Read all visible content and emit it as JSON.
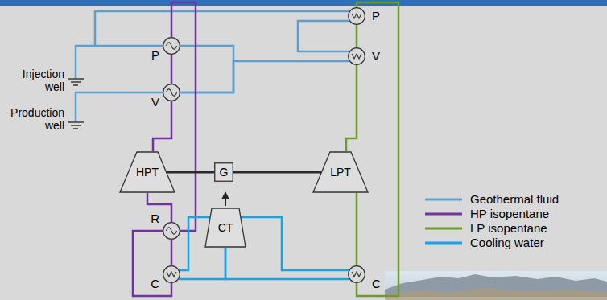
{
  "diagram": {
    "nodes": [
      {
        "text": [
          "P"
        ]
      },
      {
        "text": [
          "P"
        ]
      },
      {
        "text": [
          "V"
        ]
      },
      {
        "text": [
          "V"
        ]
      },
      {
        "text": [
          "HPT"
        ]
      },
      {
        "text": [
          "G"
        ]
      },
      {
        "text": [
          "LPT"
        ]
      },
      {
        "text": [
          "R"
        ]
      },
      {
        "text": [
          "CT"
        ]
      },
      {
        "text": [
          "C"
        ]
      },
      {
        "text": [
          "C"
        ]
      }
    ],
    "edges": [
      {
        "from": 2,
        "to": 0,
        "arrow": "none"
      },
      {
        "from": 2,
        "to": 3,
        "arrow": "none"
      },
      {
        "from": 3,
        "to": 1,
        "arrow": "none"
      },
      {
        "from": 0,
        "to": 2,
        "arrow": "none"
      },
      {
        "from": 2,
        "to": 4,
        "arrow": "none"
      },
      {
        "from": 4,
        "to": 7,
        "arrow": "none"
      },
      {
        "from": 7,
        "to": 9,
        "arrow": "none"
      },
      {
        "from": 9,
        "to": 7,
        "arrow": "none"
      },
      {
        "from": 7,
        "to": 0,
        "arrow": "none"
      },
      {
        "from": 1,
        "to": 3,
        "arrow": "none"
      },
      {
        "from": 3,
        "to": 6,
        "arrow": "none"
      },
      {
        "from": 6,
        "to": 10,
        "arrow": "none"
      },
      {
        "from": 10,
        "to": 1,
        "arrow": "none"
      },
      {
        "from": 8,
        "to": 9,
        "arrow": "none"
      },
      {
        "from": 8,
        "to": 10,
        "arrow": "none"
      },
      {
        "from": 9,
        "to": 8,
        "arrow": "none"
      },
      {
        "from": 10,
        "to": 8,
        "arrow": "none"
      },
      {
        "from": 4,
        "to": 5,
        "arrow": "none"
      },
      {
        "from": 5,
        "to": 6,
        "arrow": "none"
      }
    ],
    "labels": [
      "Injection well",
      "Production well"
    ],
    "legend": [
      {
        "text": "Geothermal fluid"
      },
      {
        "text": "HP isopentane"
      },
      {
        "text": "LP isopentane"
      },
      {
        "text": "Cooling water"
      }
    ]
  }
}
